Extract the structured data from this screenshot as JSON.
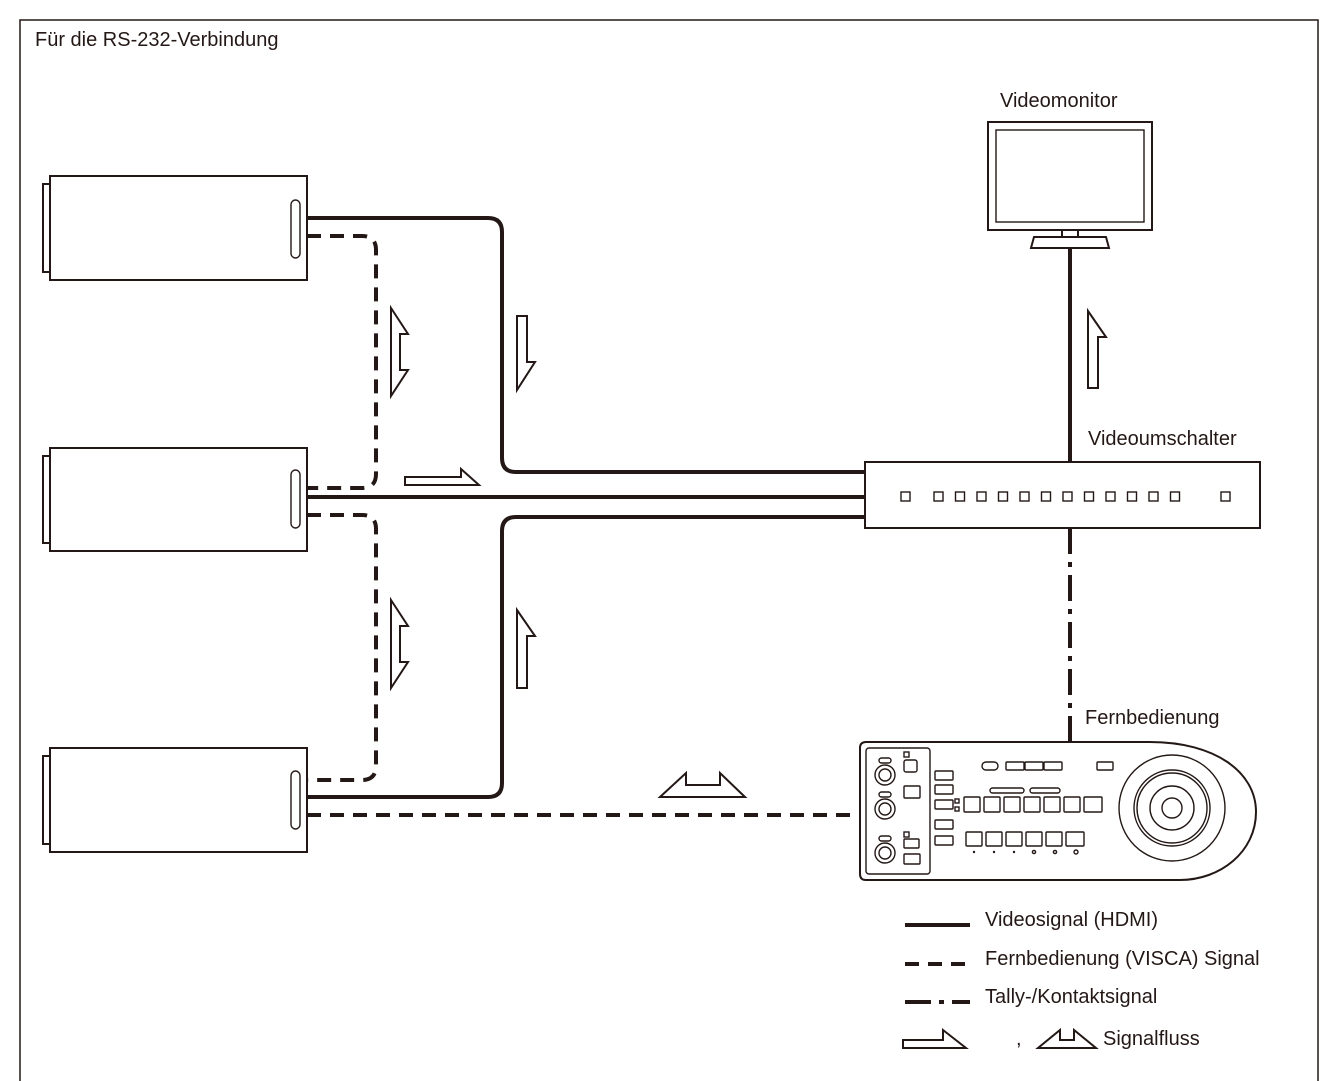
{
  "title": "Für die RS-232-Verbindung",
  "devices": {
    "monitor_label": "Videomonitor",
    "switcher_label": "Videoumschalter",
    "remote_label": "Fernbedienung"
  },
  "legend": {
    "video": "Videosignal (HDMI)",
    "visca": "Fernbedienung (VISCA) Signal",
    "tally": "Tally-/Kontaktsignal",
    "separator": ",",
    "flow": "Signalfluss"
  },
  "colors": {
    "line": "#231815",
    "background": "#ffffff"
  }
}
